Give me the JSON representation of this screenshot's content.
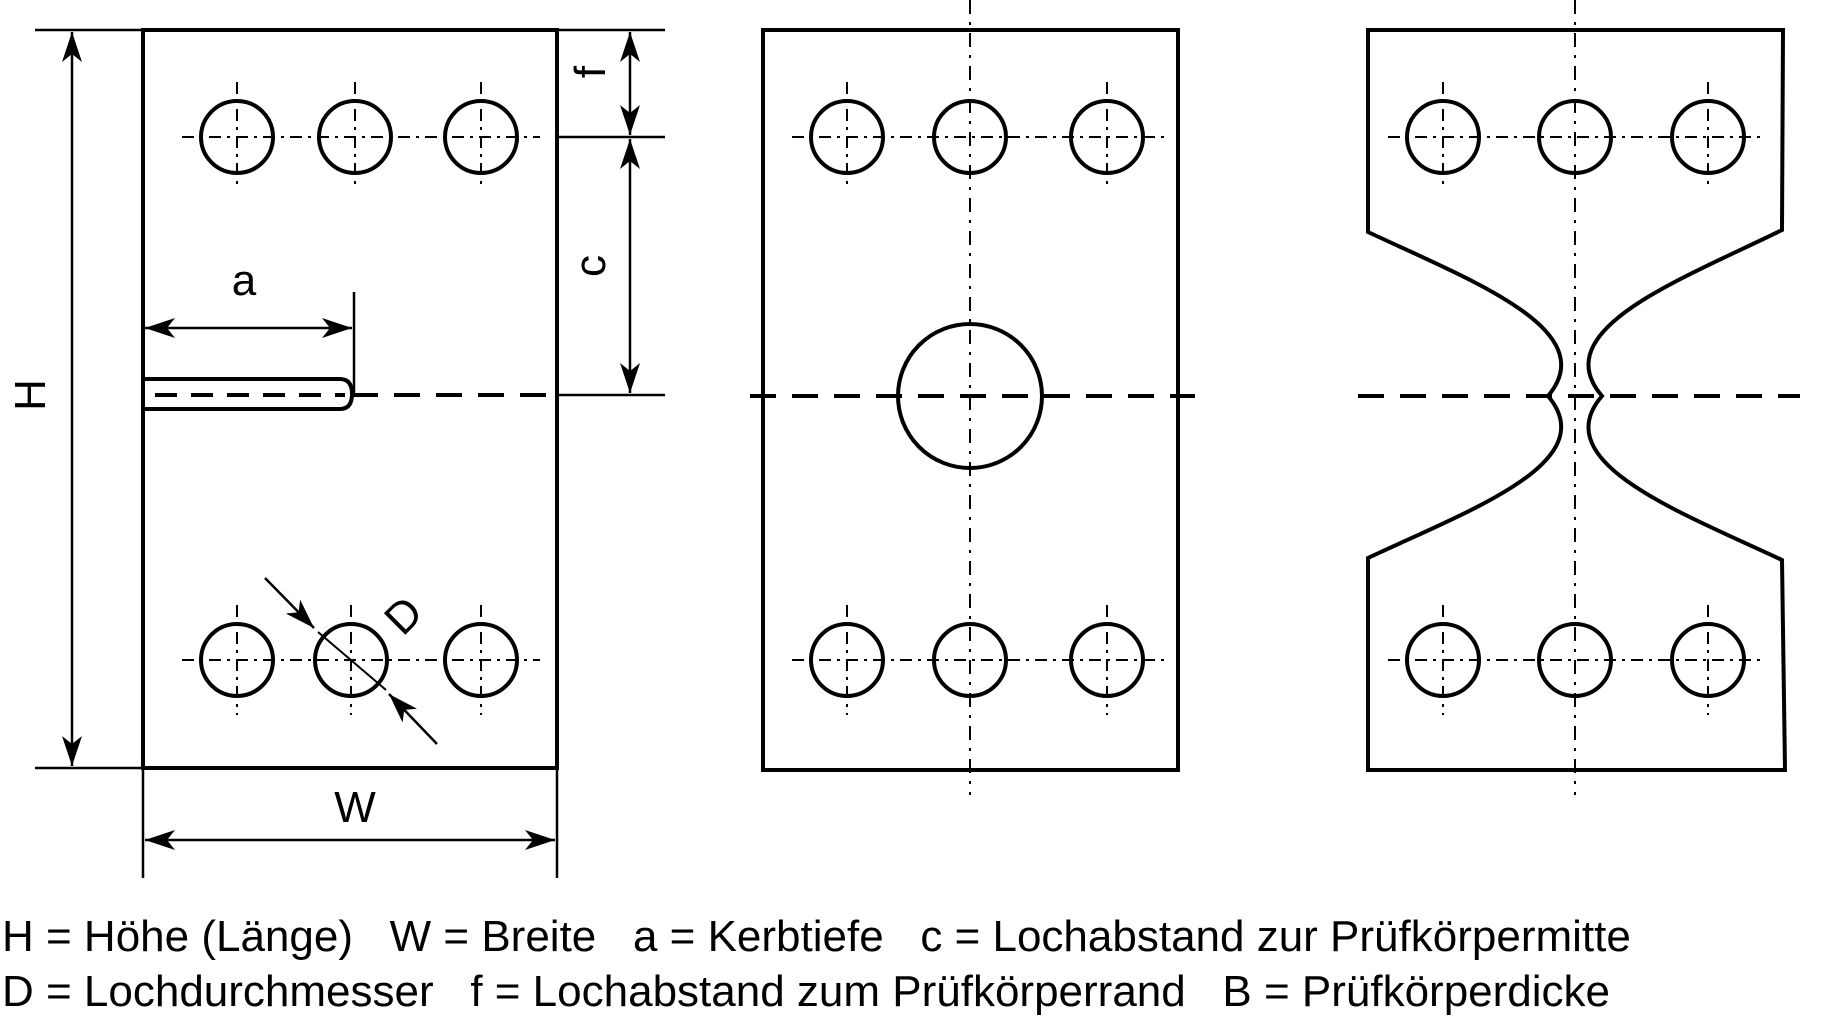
{
  "labels": {
    "H": "H",
    "W": "W",
    "a": "a",
    "c": "c",
    "f": "f",
    "D": "D"
  },
  "legend": {
    "line1": "H = Höhe (Länge)   W = Breite   a = Kerbtiefe   c = Lochabstand zur Prüfkörpermitte",
    "line2": "D = Lochdurchmesser   f = Lochabstand zum Prüfkörperrand   B = Prüfkörperdicke"
  }
}
